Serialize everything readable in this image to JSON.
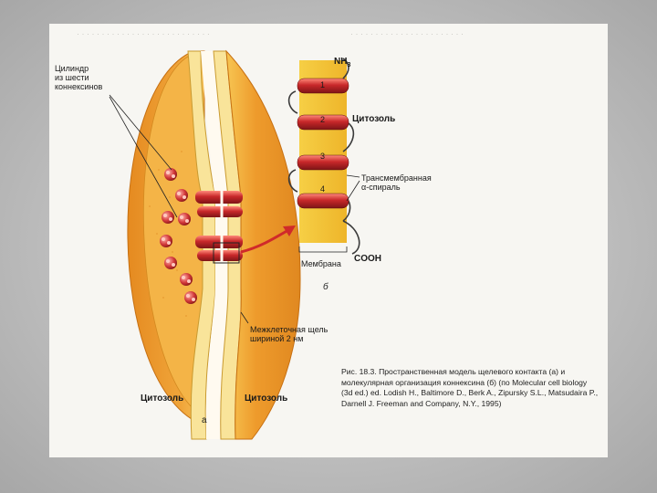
{
  "figure": {
    "labels": {
      "cylinder": "Цилиндр\nиз шести\nконнексинов",
      "nh3": "NH",
      "nh3_sub": "3",
      "helix_numbers": [
        "1",
        "2",
        "3",
        "4"
      ],
      "cytosol_b": "Цитозоль",
      "transmembrane": "Трансмембранная\nα-спираль",
      "membrane": "Мембрана",
      "cooh": "COOH",
      "panel_b": "б",
      "gap": "Межклеточная щель\nшириной 2 нм",
      "cytosol_left": "Цитозоль",
      "cytosol_right": "Цитозоль",
      "panel_a": "а"
    },
    "caption": "Рис. 18.3. Пространственная модель щелевого контакта (а) и молекулярная организация коннексина (б) (по Molecular cell biology (3d ed.) ed. Lodish H., Baltimore D., Berk A., Zipursky S.L., Matsudaira P., Darnell J. Freeman and Company, N.Y., 1995)",
    "colors": {
      "membrane_orange": "#e8942a",
      "membrane_light": "#f3c24a",
      "connexon_red": "#c8282a",
      "yellow_band": "#f2c230"
    }
  }
}
